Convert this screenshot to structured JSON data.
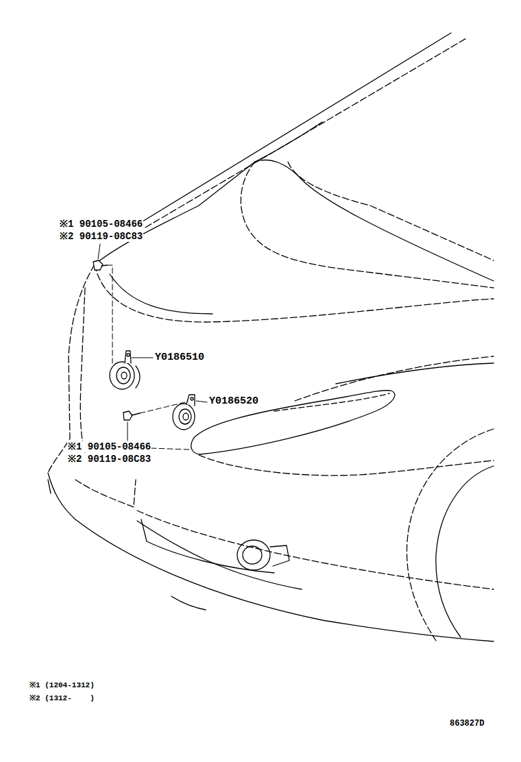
{
  "diagram": {
    "labels": [
      "※1 90105-08466",
      "※2 90119-08C83",
      "Y0186510",
      "Y0186520",
      "※1 90105-08466",
      "※2 90119-08C83",
      "※1 (1204-1312)",
      "※2 (1312-    )",
      "863827D"
    ]
  }
}
